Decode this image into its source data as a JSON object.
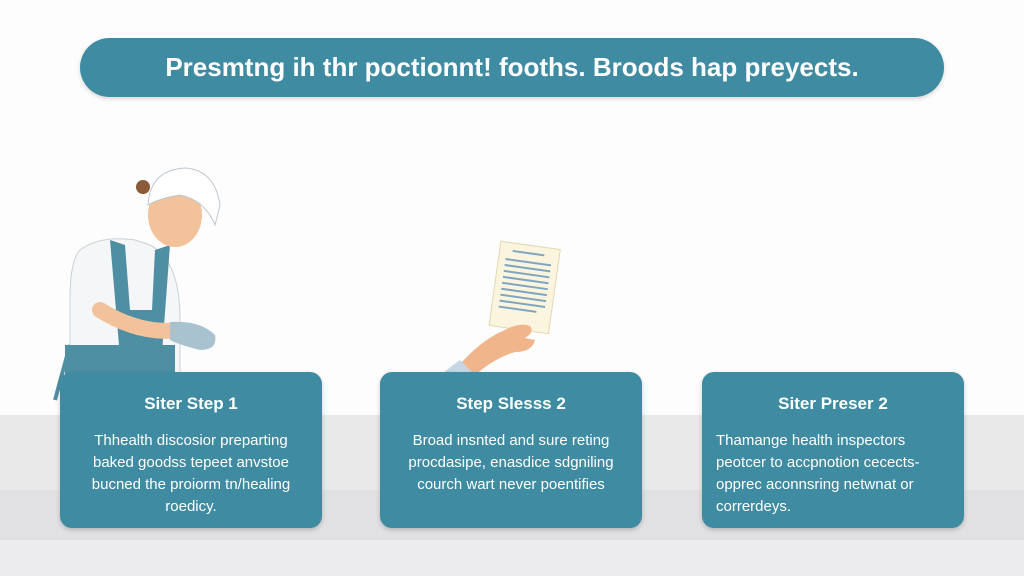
{
  "banner": {
    "title": "Presmtng ih thr poctionnt! fooths. Broods hap preyects."
  },
  "colors": {
    "accent": "#3f8ba1",
    "background": "#fdfdfd",
    "floor": "#e9e9ea"
  },
  "steps": [
    {
      "title": "Siter Step 1",
      "body": "Thhealth discosior preparting baked goodss tepeet anvstoe bucned the proiorm tn/healing roedicy."
    },
    {
      "title": "Step Slesss 2",
      "body": "Broad insnted and sure reting procdasipe, enasdice sdgniling courch wart never poentifies"
    },
    {
      "title": "Siter Preser 2",
      "body": "Thamange health inspectors peotcer to accpnotion cecects-opprec aconnsring netwnat or correrdeys."
    }
  ],
  "illustrations": {
    "left": "chef-preparing-food",
    "center": "hand-holding-document"
  }
}
